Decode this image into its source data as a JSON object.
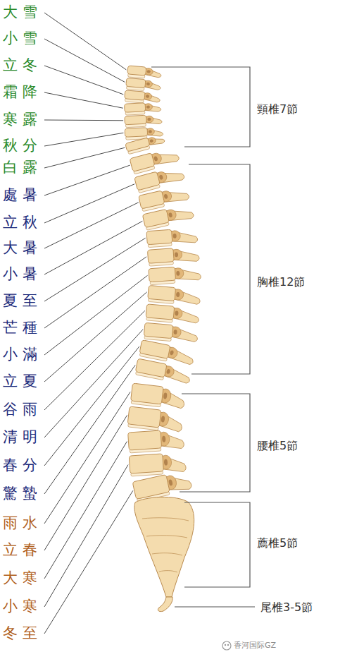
{
  "diagram": {
    "labels": [
      "大雪",
      "小雪",
      "立冬",
      "霜降",
      "寒露",
      "秋分",
      "白露",
      "處暑",
      "立秋",
      "大暑",
      "小暑",
      "夏至",
      "芒種",
      "小滿",
      "立夏",
      "谷雨",
      "清明",
      "春分",
      "驚蟄",
      "雨水",
      "立春",
      "大寒",
      "小寒",
      "冬至",
      "頸椎7節",
      "胸椎12節",
      "腰椎5節",
      "薦椎5節",
      "尾椎3-5節",
      "香河国际GZ"
    ]
  }
}
